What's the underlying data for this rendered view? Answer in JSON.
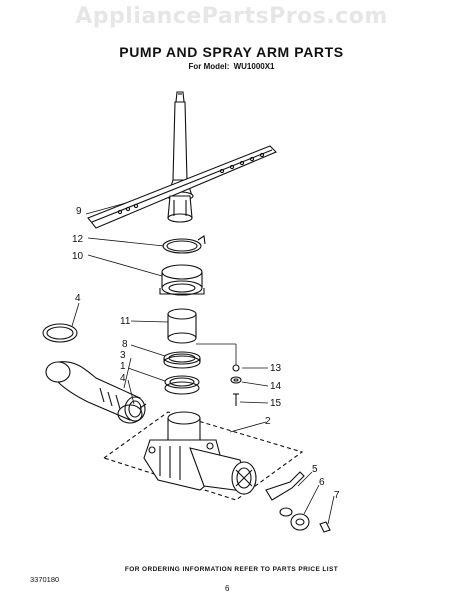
{
  "watermark": "AppliancePartsPros.com",
  "title": "PUMP AND SPRAY ARM PARTS",
  "model": {
    "prefix": "For Model:",
    "number": "WU1000X1"
  },
  "callouts": [
    "9",
    "12",
    "10",
    "4",
    "11",
    "8",
    "3",
    "1",
    "4",
    "13",
    "14",
    "15",
    "2",
    "5",
    "6",
    "7"
  ],
  "footer": {
    "note": "FOR ORDERING INFORMATION REFER TO PARTS PRICE LIST",
    "part_number": "3370180",
    "page_number": "6"
  }
}
